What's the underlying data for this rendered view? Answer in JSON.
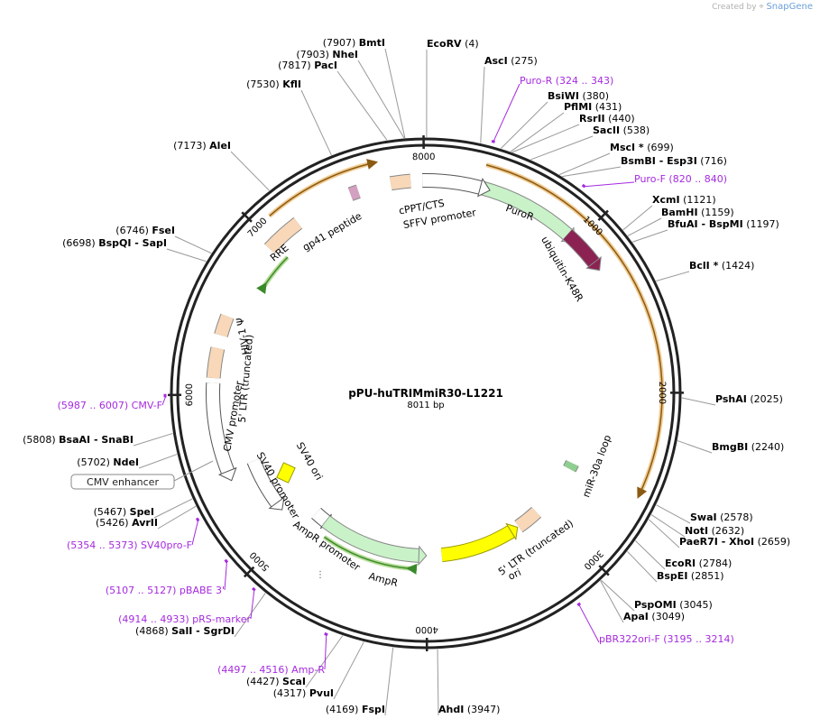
{
  "brand": {
    "created_by": "Created by",
    "app": "SnapGene"
  },
  "plasmid": {
    "name": "pPU-huTRIMmiR30-L1221",
    "length_label": "8011 bp",
    "length": 8011
  },
  "ticks": [
    {
      "pos": 8000,
      "label": "8000"
    },
    {
      "pos": 1000,
      "label": "1000"
    },
    {
      "pos": 2000,
      "label": "2000"
    },
    {
      "pos": 3000,
      "label": "3000"
    },
    {
      "pos": 4000,
      "label": "4000"
    },
    {
      "pos": 5000,
      "label": "5000"
    },
    {
      "pos": 6000,
      "label": "6000"
    },
    {
      "pos": 7000,
      "label": "7000"
    }
  ],
  "sites": [
    {
      "pos": 4,
      "name": "EcoRV",
      "paren": "(4)",
      "layout": "name-first"
    },
    {
      "pos": 275,
      "name": "AscI",
      "paren": "(275)",
      "layout": "name-first"
    },
    {
      "pos": 380,
      "name": "BsiWI",
      "paren": "(380)",
      "layout": "name-first"
    },
    {
      "pos": 431,
      "name": "PflMI",
      "paren": "(431)",
      "layout": "name-first"
    },
    {
      "pos": 440,
      "name": "RsrII",
      "paren": "(440)",
      "layout": "name-first"
    },
    {
      "pos": 538,
      "name": "SacII",
      "paren": "(538)",
      "layout": "name-first"
    },
    {
      "pos": 699,
      "name": "MscI *",
      "paren": "(699)",
      "layout": "name-first"
    },
    {
      "pos": 716,
      "name": "BsmBI",
      "name2": "Esp3I",
      "paren": "(716)",
      "layout": "name-first"
    },
    {
      "pos": 1121,
      "name": "XcmI",
      "paren": "(1121)",
      "layout": "name-first"
    },
    {
      "pos": 1159,
      "name": "BamHI",
      "paren": "(1159)",
      "layout": "name-first"
    },
    {
      "pos": 1197,
      "name": "BfuAI",
      "name2": "BspMI",
      "paren": "(1197)",
      "layout": "name-first"
    },
    {
      "pos": 1424,
      "name": "BclI *",
      "paren": "(1424)",
      "layout": "name-first"
    },
    {
      "pos": 2025,
      "name": "PshAI",
      "paren": "(2025)",
      "layout": "name-first"
    },
    {
      "pos": 2240,
      "name": "BmgBI",
      "paren": "(2240)",
      "layout": "name-first"
    },
    {
      "pos": 2578,
      "name": "SwaI",
      "paren": "(2578)",
      "layout": "name-first"
    },
    {
      "pos": 2632,
      "name": "NotI",
      "paren": "(2632)",
      "layout": "name-first"
    },
    {
      "pos": 2659,
      "name": "PaeR7I",
      "name2": "XhoI",
      "paren": "(2659)",
      "layout": "name-first"
    },
    {
      "pos": 2784,
      "name": "EcoRI",
      "paren": "(2784)",
      "layout": "name-first"
    },
    {
      "pos": 2851,
      "name": "BspEI",
      "paren": "(2851)",
      "layout": "name-first"
    },
    {
      "pos": 3045,
      "name": "PspOMI",
      "paren": "(3045)",
      "layout": "name-first"
    },
    {
      "pos": 3049,
      "name": "ApaI",
      "paren": "(3049)",
      "layout": "name-first"
    },
    {
      "pos": 3947,
      "name": "AhdI",
      "paren": "(3947)",
      "layout": "name-first"
    },
    {
      "pos": 4169,
      "name": "FspI",
      "paren": "(4169)",
      "layout": "paren-first"
    },
    {
      "pos": 4317,
      "name": "PvuI",
      "paren": "(4317)",
      "layout": "paren-first"
    },
    {
      "pos": 4427,
      "name": "ScaI",
      "paren": "(4427)",
      "layout": "paren-first"
    },
    {
      "pos": 4868,
      "name": "SalI",
      "name2": "SgrDI",
      "paren": "(4868)",
      "layout": "paren-first"
    },
    {
      "pos": 5426,
      "name": "AvrII",
      "paren": "(5426)",
      "layout": "paren-first"
    },
    {
      "pos": 5467,
      "name": "SpeI",
      "paren": "(5467)",
      "layout": "paren-first"
    },
    {
      "pos": 5702,
      "name": "NdeI",
      "paren": "(5702)",
      "layout": "paren-first"
    },
    {
      "pos": 5808,
      "name": "BsaAI",
      "name2": "SnaBI",
      "paren": "(5808)",
      "layout": "paren-first"
    },
    {
      "pos": 6698,
      "name": "BspQI",
      "name2": "SapI",
      "paren": "(6698)",
      "layout": "paren-first"
    },
    {
      "pos": 6746,
      "name": "FseI",
      "paren": "(6746)",
      "layout": "paren-first"
    },
    {
      "pos": 7173,
      "name": "AleI",
      "paren": "(7173)",
      "layout": "paren-first"
    },
    {
      "pos": 7530,
      "name": "KflI",
      "paren": "(7530)",
      "layout": "paren-first"
    },
    {
      "pos": 7817,
      "name": "PacI",
      "paren": "(7817)",
      "layout": "paren-first"
    },
    {
      "pos": 7903,
      "name": "NheI",
      "paren": "(7903)",
      "layout": "paren-first"
    },
    {
      "pos": 7907,
      "name": "BmtI",
      "paren": "(7907)",
      "layout": "paren-first"
    }
  ],
  "primers": [
    {
      "pos": 334,
      "name": "Puro-R",
      "range": "(324 .. 343)",
      "layout": "name-first"
    },
    {
      "pos": 830,
      "name": "Puro-F",
      "range": "(820 .. 840)",
      "layout": "name-first"
    },
    {
      "pos": 3205,
      "name": "pBR322ori-F",
      "range": "(3195 .. 3214)",
      "layout": "name-first"
    },
    {
      "pos": 4506,
      "name": "Amp-R",
      "range": "(4497 .. 4516)",
      "layout": "range-first"
    },
    {
      "pos": 4924,
      "name": "pRS-marker",
      "range": "(4914 .. 4933)",
      "layout": "range-first"
    },
    {
      "pos": 5117,
      "name": "pBABE 3'",
      "range": "(5107 .. 5127)",
      "layout": "range-first"
    },
    {
      "pos": 5364,
      "name": "SV40pro-F",
      "range": "(5354 .. 5373)",
      "layout": "range-first"
    },
    {
      "pos": 5997,
      "name": "CMV-F",
      "range": "(5987 .. 6007)",
      "layout": "range-first"
    }
  ],
  "features": [
    {
      "name": "PuroR",
      "label": "PuroR",
      "type": "cds",
      "start": 330,
      "end": 930,
      "color": "#c9f2c9"
    },
    {
      "name": "ubiquitin-K48R",
      "label": "ubiquitin-K48R",
      "type": "cds",
      "start": 930,
      "end": 1160,
      "color": "#8b2252"
    },
    {
      "name": "SFFV promoter",
      "label": "SFFV promoter",
      "type": "promoter",
      "start": 7990,
      "end": 330,
      "color": "#ffffff"
    },
    {
      "name": "cPPT/CTS",
      "label": "cPPT/CTS",
      "type": "misc",
      "start": 7800,
      "end": 7920,
      "color": "#f8d8b8"
    },
    {
      "name": "gp41 peptide",
      "label": "gp41 peptide",
      "type": "misc",
      "start": 7550,
      "end": 7600,
      "color": "#d4a0c0"
    },
    {
      "name": "RRE",
      "label": "RRE",
      "type": "misc",
      "start": 6960,
      "end": 7190,
      "color": "#f8d8b8"
    },
    {
      "name": "HIV-1 psi",
      "label": "HIV-1 Ψ",
      "type": "misc",
      "start": 6360,
      "end": 6480,
      "color": "#f8d8b8"
    },
    {
      "name": "5' LTR (truncated)",
      "label": "5' LTR (truncated)",
      "type": "misc",
      "start": 6100,
      "end": 6280,
      "color": "#f8d8b8"
    },
    {
      "name": "CMV promoter",
      "label": "CMV promoter",
      "type": "promoter",
      "start": 5530,
      "end": 6070,
      "color": "#ffffff"
    },
    {
      "name": "SV40 promoter",
      "label": "SV40 promoter",
      "type": "promoter",
      "start": 5200,
      "end": 5530,
      "color": "#ffffff"
    },
    {
      "name": "SV40 ori",
      "label": "SV40 ori",
      "type": "misc",
      "start": 5270,
      "end": 5400,
      "color": "#ffff00"
    },
    {
      "name": "AmpR promoter",
      "label": "AmpR promoter",
      "type": "promoter",
      "start": 4850,
      "end": 4950,
      "color": "#ffffff"
    },
    {
      "name": "AmpR",
      "label": "AmpR",
      "type": "cds",
      "start": 4060,
      "end": 4850,
      "color": "#c9f2c9"
    },
    {
      "name": "ori",
      "label": "ori",
      "type": "rep",
      "start": 3300,
      "end": 3880,
      "color": "#ffff00"
    },
    {
      "name": "5' LTR (truncated) 2",
      "label": "5' LTR (truncated)",
      "type": "misc",
      "start": 3050,
      "end": 3230,
      "color": "#f8d8b8"
    },
    {
      "name": "miR-30a loop",
      "label": "miR-30a loop",
      "type": "misc",
      "start": 2570,
      "end": 2620,
      "color": "#8fcf8f"
    }
  ],
  "arcs": [
    {
      "name": "orange-arc-forward",
      "start": 330,
      "end": 2570,
      "color": "#e6a23c",
      "dir": 1
    },
    {
      "name": "orange-arc-top-left",
      "start": 7090,
      "end": 7730,
      "color": "#e6a23c",
      "dir": 1
    },
    {
      "name": "green-arc-left",
      "start": 6760,
      "end": 7000,
      "color": "#7bc043",
      "dir": -1
    },
    {
      "name": "green-arc-ampr",
      "start": 4120,
      "end": 4790,
      "color": "#7bc043",
      "dir": -1
    }
  ],
  "colors": {
    "primer": "#a52adf",
    "ring": "#222222",
    "line": "#999999"
  },
  "extras": {
    "enhancer_box": "CMV enhancer",
    "promoter_glyph": "⋮"
  }
}
